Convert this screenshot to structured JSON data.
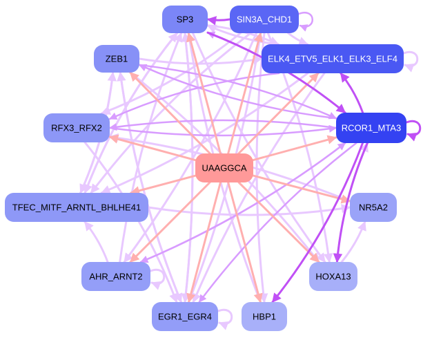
{
  "diagram": {
    "type": "network",
    "description": "miRNA seed / transcription factor regulatory network",
    "nodes": [
      {
        "id": "UAAGGCA",
        "label": "UAAGGCA",
        "kind": "mirna-seed",
        "fill": "#ff9999",
        "text": "#000000"
      },
      {
        "id": "SP3",
        "label": "SP3",
        "kind": "tf",
        "fill": "#7b86f7",
        "text": "#000000"
      },
      {
        "id": "SIN3A_CHD1",
        "label": "SIN3A_CHD1",
        "kind": "tf",
        "fill": "#5a66f5",
        "text": "#ffffff"
      },
      {
        "id": "ZEB1",
        "label": "ZEB1",
        "kind": "tf",
        "fill": "#8791f7",
        "text": "#000000"
      },
      {
        "id": "ELK4_ETV5_ELK1_ELK3_ELF4",
        "label": "ELK4_ETV5_ELK1_ELK3_ELF4",
        "kind": "tf",
        "fill": "#4a58f3",
        "text": "#ffffff"
      },
      {
        "id": "RFX3_RFX2",
        "label": "RFX3_RFX2",
        "kind": "tf",
        "fill": "#8d97f7",
        "text": "#000000"
      },
      {
        "id": "RCOR1_MTA3",
        "label": "RCOR1_MTA3",
        "kind": "tf",
        "fill": "#3442f2",
        "text": "#ffffff"
      },
      {
        "id": "TFEC_MITF_ARNTL_BHLHE41",
        "label": "TFEC_MITF_ARNTL_BHLHE41",
        "kind": "tf",
        "fill": "#8e98f7",
        "text": "#000000"
      },
      {
        "id": "NR5A2",
        "label": "NR5A2",
        "kind": "tf",
        "fill": "#9aa3f8",
        "text": "#000000"
      },
      {
        "id": "AHR_ARNT2",
        "label": "AHR_ARNT2",
        "kind": "tf",
        "fill": "#949ef8",
        "text": "#000000"
      },
      {
        "id": "HOXA13",
        "label": "HOXA13",
        "kind": "tf",
        "fill": "#a7aff9",
        "text": "#000000"
      },
      {
        "id": "EGR1_EGR4",
        "label": "EGR1_EGR4",
        "kind": "tf",
        "fill": "#939df8",
        "text": "#000000"
      },
      {
        "id": "HBP1",
        "label": "HBP1",
        "kind": "tf",
        "fill": "#a8b0f9",
        "text": "#000000"
      }
    ],
    "edge_colors": {
      "mirna": "#ffafaf",
      "weak": "#e8c8ff",
      "medium": "#d89cff",
      "strong": "#c050f5"
    },
    "edges": [
      {
        "from": "UAAGGCA",
        "to": "SP3",
        "type": "mirna"
      },
      {
        "from": "UAAGGCA",
        "to": "SIN3A_CHD1",
        "type": "mirna"
      },
      {
        "from": "UAAGGCA",
        "to": "ZEB1",
        "type": "mirna"
      },
      {
        "from": "UAAGGCA",
        "to": "ELK4_ETV5_ELK1_ELK3_ELF4",
        "type": "mirna"
      },
      {
        "from": "UAAGGCA",
        "to": "RFX3_RFX2",
        "type": "mirna"
      },
      {
        "from": "UAAGGCA",
        "to": "RCOR1_MTA3",
        "type": "mirna"
      },
      {
        "from": "UAAGGCA",
        "to": "TFEC_MITF_ARNTL_BHLHE41",
        "type": "mirna"
      },
      {
        "from": "UAAGGCA",
        "to": "NR5A2",
        "type": "mirna"
      },
      {
        "from": "UAAGGCA",
        "to": "AHR_ARNT2",
        "type": "mirna"
      },
      {
        "from": "UAAGGCA",
        "to": "HOXA13",
        "type": "mirna"
      },
      {
        "from": "UAAGGCA",
        "to": "EGR1_EGR4",
        "type": "mirna"
      },
      {
        "from": "UAAGGCA",
        "to": "HBP1",
        "type": "mirna"
      },
      {
        "from": "SIN3A_CHD1",
        "to": "SP3",
        "type": "strong"
      },
      {
        "from": "SIN3A_CHD1",
        "to": "SIN3A_CHD1",
        "type": "medium"
      },
      {
        "from": "SP3",
        "to": "RCOR1_MTA3",
        "type": "strong"
      },
      {
        "from": "RCOR1_MTA3",
        "to": "ELK4_ETV5_ELK1_ELK3_ELF4",
        "type": "strong"
      },
      {
        "from": "RCOR1_MTA3",
        "to": "RCOR1_MTA3",
        "type": "strong"
      },
      {
        "from": "RCOR1_MTA3",
        "to": "HOXA13",
        "type": "strong"
      },
      {
        "from": "RCOR1_MTA3",
        "to": "HBP1",
        "type": "strong"
      },
      {
        "from": "RCOR1_MTA3",
        "to": "RFX3_RFX2",
        "type": "medium"
      },
      {
        "from": "RCOR1_MTA3",
        "to": "ZEB1",
        "type": "medium"
      },
      {
        "from": "RCOR1_MTA3",
        "to": "EGR1_EGR4",
        "type": "medium"
      },
      {
        "from": "RCOR1_MTA3",
        "to": "AHR_ARNT2",
        "type": "medium"
      },
      {
        "from": "RCOR1_MTA3",
        "to": "SP3",
        "type": "medium"
      },
      {
        "from": "ELK4_ETV5_ELK1_ELK3_ELF4",
        "to": "ELK4_ETV5_ELK1_ELK3_ELF4",
        "type": "weak"
      },
      {
        "from": "ELK4_ETV5_ELK1_ELK3_ELF4",
        "to": "RFX3_RFX2",
        "type": "medium"
      },
      {
        "from": "ELK4_ETV5_ELK1_ELK3_ELF4",
        "to": "TFEC_MITF_ARNTL_BHLHE41",
        "type": "weak"
      },
      {
        "from": "ELK4_ETV5_ELK1_ELK3_ELF4",
        "to": "EGR1_EGR4",
        "type": "weak"
      },
      {
        "from": "ELK4_ETV5_ELK1_ELK3_ELF4",
        "to": "SP3",
        "type": "weak"
      },
      {
        "from": "ZEB1",
        "to": "ELK4_ETV5_ELK1_ELK3_ELF4",
        "type": "weak"
      },
      {
        "from": "ZEB1",
        "to": "RCOR1_MTA3",
        "type": "medium"
      },
      {
        "from": "ZEB1",
        "to": "EGR1_EGR4",
        "type": "weak"
      },
      {
        "from": "ZEB1",
        "to": "TFEC_MITF_ARNTL_BHLHE41",
        "type": "weak"
      },
      {
        "from": "SP3",
        "to": "TFEC_MITF_ARNTL_BHLHE41",
        "type": "weak"
      },
      {
        "from": "SP3",
        "to": "EGR1_EGR4",
        "type": "weak"
      },
      {
        "from": "SP3",
        "to": "HOXA13",
        "type": "weak"
      },
      {
        "from": "SP3",
        "to": "ELK4_ETV5_ELK1_ELK3_ELF4",
        "type": "weak"
      },
      {
        "from": "SIN3A_CHD1",
        "to": "ELK4_ETV5_ELK1_ELK3_ELF4",
        "type": "weak"
      },
      {
        "from": "SIN3A_CHD1",
        "to": "RFX3_RFX2",
        "type": "weak"
      },
      {
        "from": "SIN3A_CHD1",
        "to": "TFEC_MITF_ARNTL_BHLHE41",
        "type": "weak"
      },
      {
        "from": "SIN3A_CHD1",
        "to": "AHR_ARNT2",
        "type": "weak"
      },
      {
        "from": "SIN3A_CHD1",
        "to": "HBP1",
        "type": "weak"
      },
      {
        "from": "SIN3A_CHD1",
        "to": "HOXA13",
        "type": "weak"
      },
      {
        "from": "RFX3_RFX2",
        "to": "RCOR1_MTA3",
        "type": "medium"
      },
      {
        "from": "RFX3_RFX2",
        "to": "EGR1_EGR4",
        "type": "weak"
      },
      {
        "from": "TFEC_MITF_ARNTL_BHLHE41",
        "to": "NR5A2",
        "type": "weak"
      },
      {
        "from": "TFEC_MITF_ARNTL_BHLHE41",
        "to": "SP3",
        "type": "weak"
      },
      {
        "from": "TFEC_MITF_ARNTL_BHLHE41",
        "to": "ZEB1",
        "type": "weak"
      },
      {
        "from": "AHR_ARNT2",
        "to": "AHR_ARNT2",
        "type": "weak"
      },
      {
        "from": "AHR_ARNT2",
        "to": "TFEC_MITF_ARNTL_BHLHE41",
        "type": "weak"
      },
      {
        "from": "AHR_ARNT2",
        "to": "SP3",
        "type": "weak"
      },
      {
        "from": "AHR_ARNT2",
        "to": "RCOR1_MTA3",
        "type": "medium"
      },
      {
        "from": "EGR1_EGR4",
        "to": "EGR1_EGR4",
        "type": "weak"
      },
      {
        "from": "EGR1_EGR4",
        "to": "SP3",
        "type": "weak"
      },
      {
        "from": "EGR1_EGR4",
        "to": "ZEB1",
        "type": "weak"
      },
      {
        "from": "EGR1_EGR4",
        "to": "SIN3A_CHD1",
        "type": "weak"
      },
      {
        "from": "HBP1",
        "to": "SP3",
        "type": "weak"
      },
      {
        "from": "HOXA13",
        "to": "NR5A2",
        "type": "weak"
      },
      {
        "from": "HOXA13",
        "to": "RCOR1_MTA3",
        "type": "weak"
      },
      {
        "from": "NR5A2",
        "to": "RFX3_RFX2",
        "type": "weak"
      },
      {
        "from": "ZEB1",
        "to": "HOXA13",
        "type": "weak"
      }
    ]
  }
}
